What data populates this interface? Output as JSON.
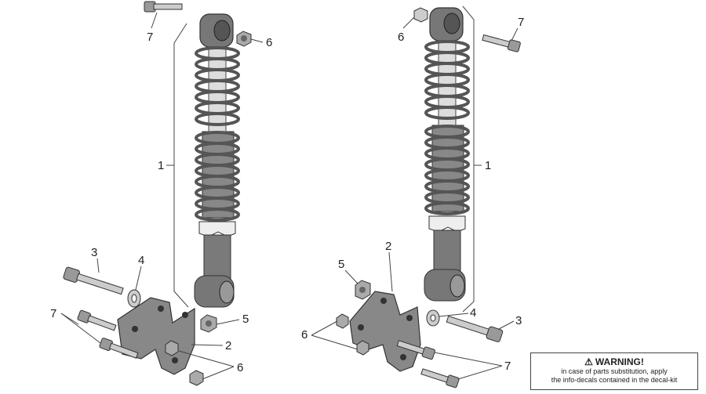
{
  "callouts": {
    "c1a": "1",
    "c1b": "1",
    "c2a": "2",
    "c2b": "2",
    "c3a": "3",
    "c3b": "3",
    "c4a": "4",
    "c4b": "4",
    "c5a": "5",
    "c5b": "5",
    "c6a": "6",
    "c6b": "6",
    "c6c": "6",
    "c6d": "6",
    "c7a": "7",
    "c7b": "7",
    "c7c": "7",
    "c7d": "7"
  },
  "warning": {
    "icon": "warning-triangle-icon",
    "title": "WARNING!",
    "line1": "in case of parts substitution, apply",
    "line2": "the info-decals contained in the decal-kit"
  }
}
